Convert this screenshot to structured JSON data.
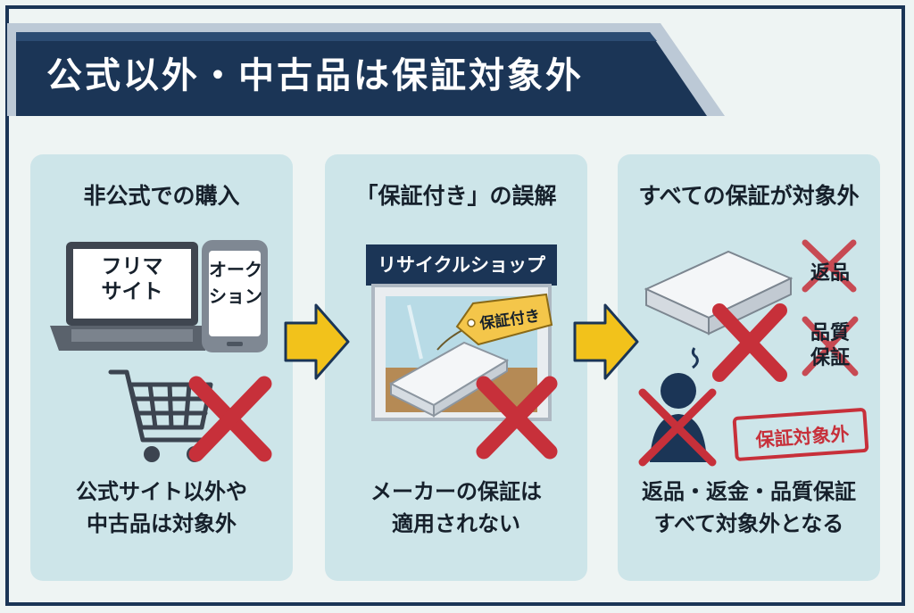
{
  "title": "公式以外・中古品は保証対象外",
  "panels": [
    {
      "heading": "非公式での購入",
      "laptop_label": [
        "フリマ",
        "サイト"
      ],
      "phone_label": [
        "オーク",
        "ション"
      ],
      "caption": [
        "公式サイト以外や",
        "中古品は対象外"
      ]
    },
    {
      "heading": "「保証付き」の誤解",
      "shop_sign": "リサイクルショップ",
      "tag_label": "保証付き",
      "caption": [
        "メーカーの保証は",
        "適用されない"
      ]
    },
    {
      "heading": "すべての保証が対象外",
      "item_return": "返品",
      "item_quality": [
        "品質",
        "保証"
      ],
      "stamp": "保証対象外",
      "caption": [
        "返品・返金・品質保証",
        "すべて対象外となる"
      ]
    }
  ],
  "colors": {
    "navy": "#1b3556",
    "panel": "#cde5e9",
    "cross": "#c7303a",
    "arrow": "#f2c21b",
    "tag": "#f4c64a",
    "stamp": "#c7303a"
  },
  "icons": [
    "laptop-icon",
    "smartphone-icon",
    "shopping-cart-icon",
    "cross-icon",
    "shop-icon",
    "mattress-icon",
    "price-tag-icon",
    "worried-person-icon",
    "arrow-right-icon"
  ]
}
